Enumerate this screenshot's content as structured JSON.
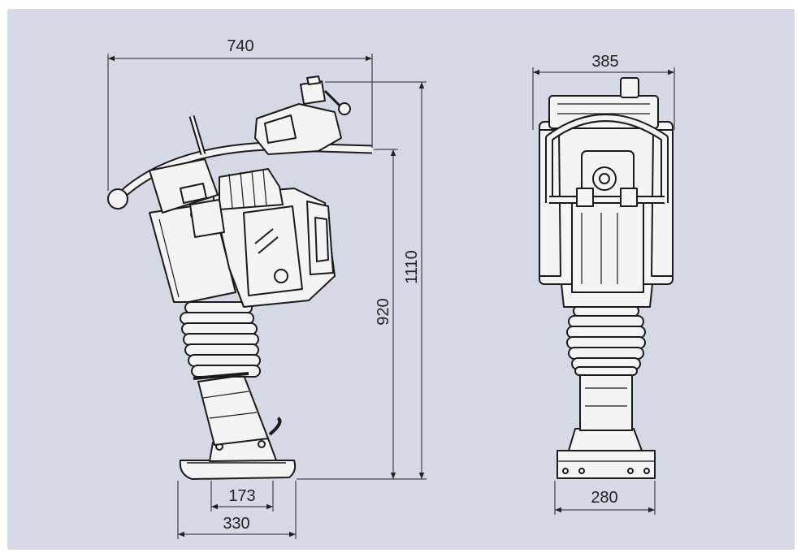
{
  "colors": {
    "background": "#d5d9e6",
    "line": "#1a1a1a",
    "body_fill": "#f4f4f4"
  },
  "dimensions": {
    "overall_length": "740",
    "overall_height": "1110",
    "handle_height": "920",
    "plate_inner": "173",
    "plate_length": "330",
    "width": "385",
    "plate_width": "280"
  }
}
